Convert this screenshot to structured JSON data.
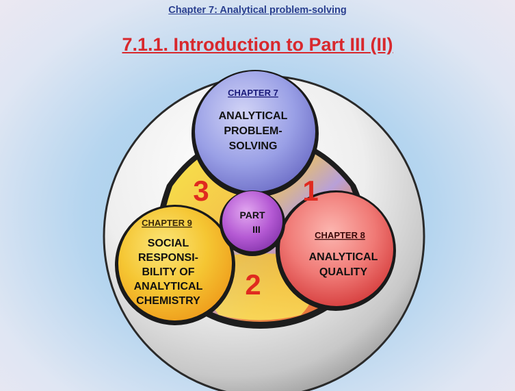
{
  "header": {
    "chapter_link": "Chapter 7: Analytical problem-solving",
    "title": "7.1.1. Introduction to Part III (II)"
  },
  "diagram": {
    "center": {
      "line1": "PART",
      "line2": "III"
    },
    "chapter7": {
      "heading": "CHAPTER 7",
      "lines": [
        "ANALYTICAL",
        "PROBLEM-",
        "SOLVING"
      ]
    },
    "chapter8": {
      "heading": "CHAPTER 8",
      "lines": [
        "ANALYTICAL",
        "QUALITY"
      ]
    },
    "chapter9": {
      "heading": "CHAPTER 9",
      "lines": [
        "SOCIAL",
        "RESPONSI-",
        "BILITY OF",
        "ANALYTICAL",
        "CHEMISTRY"
      ]
    },
    "numbers": {
      "one": "1",
      "two": "2",
      "three": "3"
    },
    "colors": {
      "chapter7": "#8c8ee0",
      "chapter8": "#ef6e6c",
      "chapter9": "#f4c52c",
      "center": "#b05ad0",
      "number": "#e02a1f"
    }
  }
}
